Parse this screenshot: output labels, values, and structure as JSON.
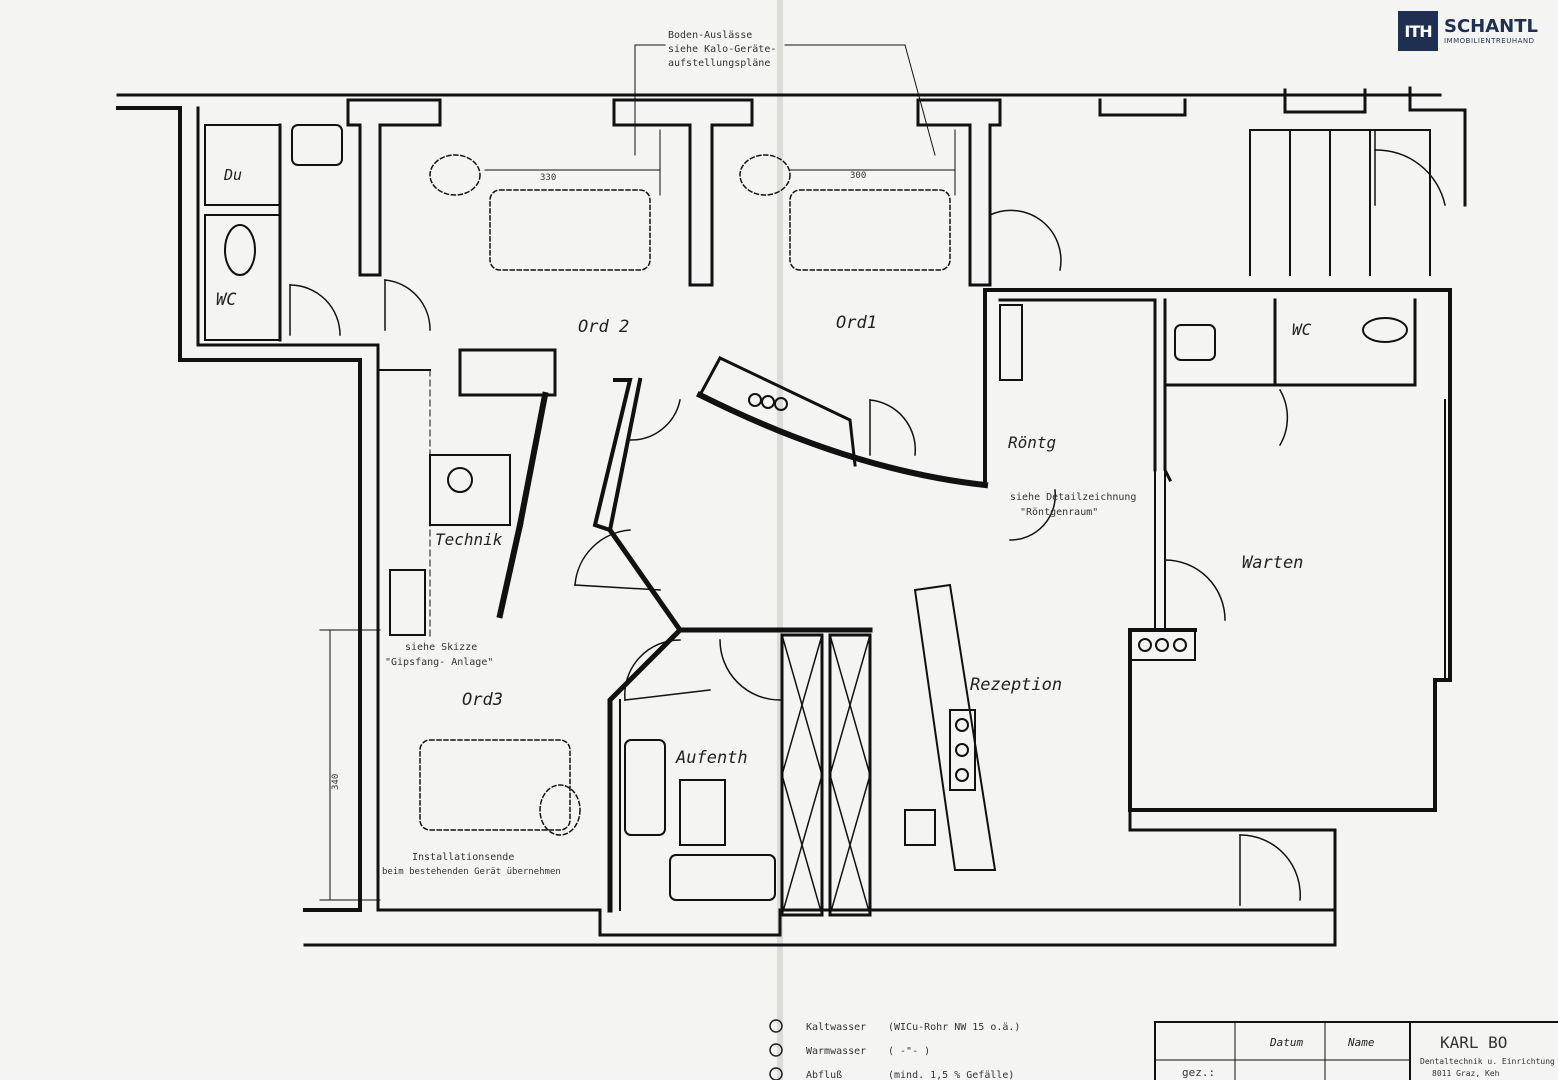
{
  "logo": {
    "mark": "ITH",
    "name": "SCHANTL",
    "sub": "IMMOBILIENTREUHAND"
  },
  "rooms": {
    "du": "Du",
    "wc_left": "WC",
    "ord2": "Ord 2",
    "ord1": "Ord1",
    "roentg": "Röntg",
    "wc_right": "WC",
    "technik": "Technik",
    "warten": "Warten",
    "rezeption": "Rezeption",
    "ord3": "Ord3",
    "aufenth": "Aufenth"
  },
  "notes": {
    "boden_1": "Boden-Auslässe",
    "boden_2": "siehe Kalo-Geräte-",
    "boden_3": "aufstellungspläne",
    "detail_1": "siehe Detailzeichnung",
    "detail_2": "\"Röntgenraum\"",
    "skizze_1": "siehe Skizze",
    "skizze_2": "\"Gipsfang- Anlage\"",
    "install_1": "Installationsende",
    "install_2": "beim bestehenden Gerät übernehmen",
    "dim_330": "330",
    "dim_300": "300",
    "dim_340": "340"
  },
  "legend": [
    {
      "label": "Kaltwasser",
      "desc": "(WICu-Rohr NW 15 o.ä.)"
    },
    {
      "label": "Warmwasser",
      "desc": "(        -\"-        )"
    },
    {
      "label": "Abfluß",
      "desc": "(mind. 1,5 % Gefälle)"
    }
  ],
  "titleblock": {
    "datum": "Datum",
    "name": "Name",
    "gez": "gez.:",
    "company": "KARL BO",
    "company_sub1": "Dentaltechnik u. Einrichtung",
    "company_sub2": "8011 Graz, Keh"
  }
}
